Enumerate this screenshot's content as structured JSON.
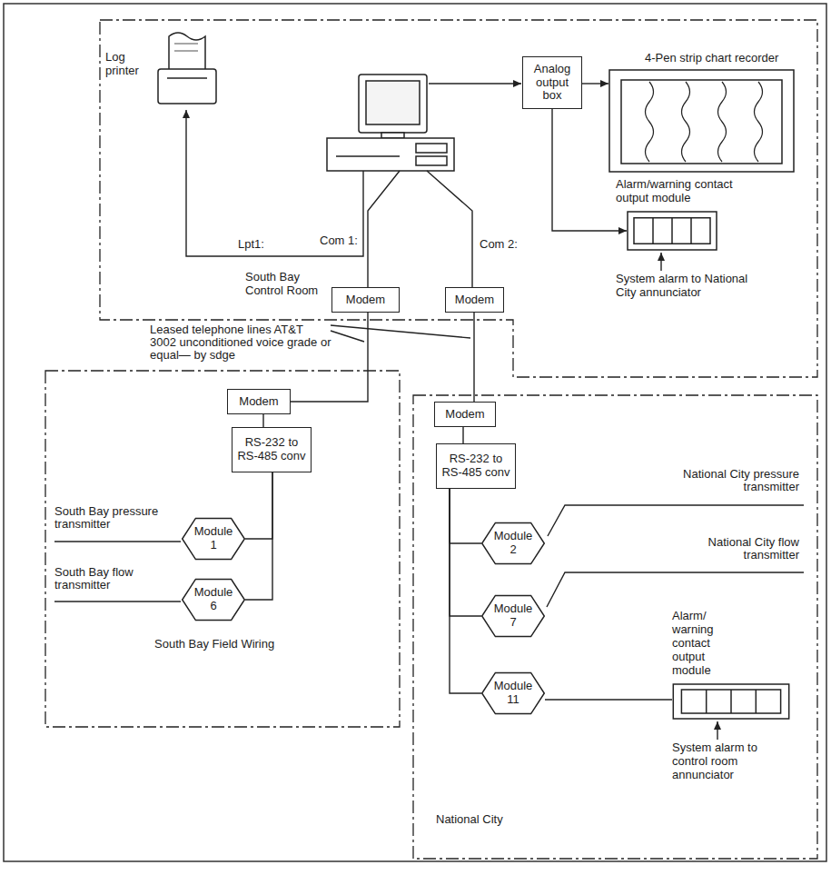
{
  "diagram": {
    "nodes": [
      {
        "text": [
          "South Bay Control Room"
        ]
      },
      {
        "text": [
          "Log printer"
        ],
        "in": 0
      },
      {
        "text": [
          "Modem"
        ],
        "in": 0
      },
      {
        "text": [
          "Modem"
        ],
        "in": 0
      },
      {
        "text": [
          "Analog output box"
        ],
        "in": 0
      },
      {
        "text": [
          "4-Pen strip chart recorder"
        ],
        "in": 0
      },
      {
        "text": [
          "Alarm/warning contact output module",
          "System alarm to National City annunciator"
        ],
        "in": 0
      },
      {
        "text": [
          "South Bay Field Wiring"
        ]
      },
      {
        "text": [
          "Modem"
        ],
        "in": 7
      },
      {
        "text": [
          "RS-232 to RS-485 conv"
        ],
        "in": 7
      },
      {
        "text": [
          "Module 1"
        ],
        "in": 7
      },
      {
        "text": [
          "Module 6"
        ],
        "in": 7
      },
      {
        "text": [
          "National City"
        ]
      },
      {
        "text": [
          "Modem"
        ],
        "in": 12
      },
      {
        "text": [
          "RS-232 to RS-485 conv"
        ],
        "in": 12
      },
      {
        "text": [
          "Module 2"
        ],
        "in": 12
      },
      {
        "text": [
          "Module 7"
        ],
        "in": 12
      },
      {
        "text": [
          "Module 11"
        ],
        "in": 12
      },
      {
        "text": [
          "Alarm/ warning contact output module",
          "System alarm to control room annunciator"
        ],
        "in": 12
      }
    ],
    "edges": [
      {
        "from": 4,
        "to": 5,
        "arrow": "to"
      },
      {
        "from": 4,
        "to": 6,
        "arrow": "to"
      },
      {
        "from": 2,
        "to": 8,
        "arrow": "none"
      },
      {
        "from": 3,
        "to": 13,
        "arrow": "none"
      },
      {
        "from": 8,
        "to": 9,
        "arrow": "none"
      },
      {
        "from": 9,
        "to": 10,
        "arrow": "none"
      },
      {
        "from": 9,
        "to": 11,
        "arrow": "none"
      },
      {
        "from": 13,
        "to": 14,
        "arrow": "none"
      },
      {
        "from": 14,
        "to": 15,
        "arrow": "none"
      },
      {
        "from": 14,
        "to": 16,
        "arrow": "none"
      },
      {
        "from": 14,
        "to": 17,
        "arrow": "none"
      },
      {
        "from": 17,
        "to": 18,
        "arrow": "none"
      }
    ],
    "labels": [
      "Lpt1:",
      "Com 1:",
      "Com 2:",
      "Leased telephone lines AT&T 3002 unconditioned voice grade or equal— by sdge",
      "South Bay pressure transmitter",
      "South Bay flow transmitter",
      "National City pressure transmitter",
      "National City flow transmitter"
    ]
  }
}
